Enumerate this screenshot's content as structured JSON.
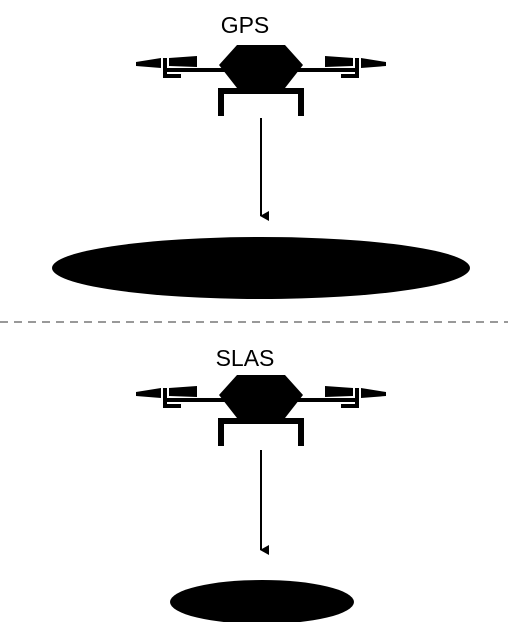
{
  "colors": {
    "ink": "#000000",
    "background": "#ffffff",
    "separator": "#999999"
  },
  "panels": [
    {
      "label": "GPS",
      "icon": "drone-icon",
      "landing_zone": "large-ellipse"
    },
    {
      "label": "SLAS",
      "icon": "drone-icon",
      "landing_zone": "small-ellipse"
    }
  ],
  "separator": {
    "style": "dashed"
  }
}
